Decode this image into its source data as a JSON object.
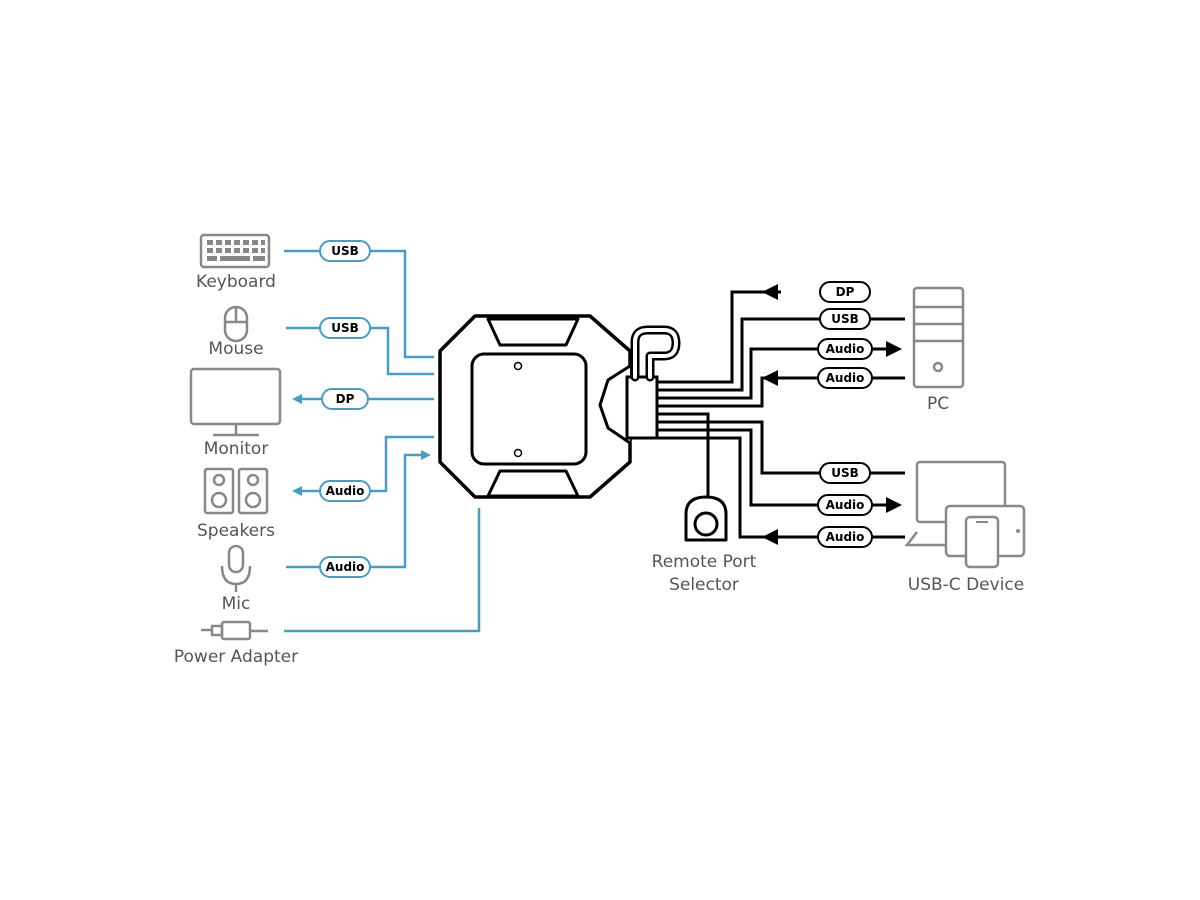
{
  "devices": {
    "keyboard": "Keyboard",
    "mouse": "Mouse",
    "monitor": "Monitor",
    "speakers": "Speakers",
    "mic": "Mic",
    "power": "Power Adapter",
    "remote_line1": "Remote Port",
    "remote_line2": "Selector",
    "pc": "PC",
    "usbc": "USB-C Device"
  },
  "tags": {
    "left_usb_1": "USB",
    "left_usb_2": "USB",
    "left_dp": "DP",
    "left_audio_1": "Audio",
    "left_audio_2": "Audio",
    "pc_dp": "DP",
    "pc_usb": "USB",
    "pc_audio_1": "Audio",
    "pc_audio_2": "Audio",
    "usbc_usb": "USB",
    "usbc_audio_1": "Audio",
    "usbc_audio_2": "Audio"
  },
  "colors": {
    "left_cable": "#4a9cc3",
    "right_cable": "#000000",
    "icon_gray": "#888888"
  }
}
